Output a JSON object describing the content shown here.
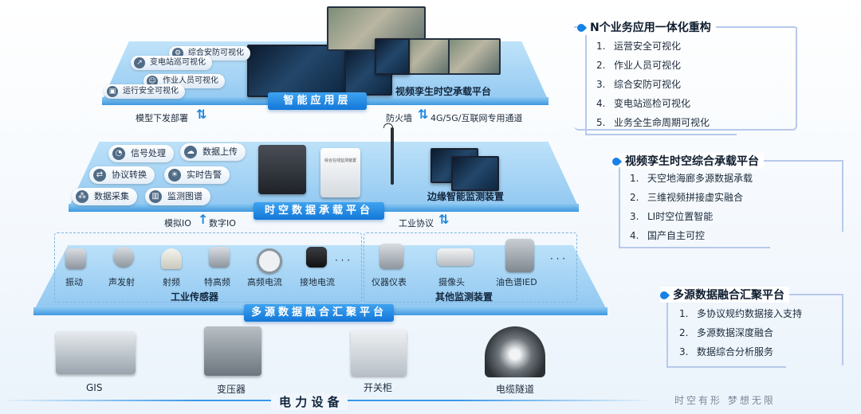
{
  "app": {
    "layer1": {
      "band": "智能应用层",
      "chips": [
        "综合安防可视化",
        "变电站巡可视化",
        "作业人员可视化",
        "运行安全可视化"
      ],
      "platform_label": "视频孪生时空承载平台"
    },
    "link1": {
      "left": "模型下发部署",
      "right_a": "防火墙",
      "right_b": "4G/5G/互联网专用通道"
    },
    "layer2": {
      "band": "时空数据承载平台",
      "chips": [
        "信号处理",
        "数据上传",
        "协议转换",
        "实时告警",
        "数据采集",
        "监测图谱"
      ],
      "device_label": "边缘智能监测装置",
      "box_text": "综合在线监测装置"
    },
    "link2": {
      "left_a": "模拟IO",
      "left_b": "数字IO",
      "right": "工业协议"
    },
    "layer3": {
      "band": "多源数据融合汇聚平台",
      "sensors": [
        "振动",
        "声发射",
        "射频",
        "特高频",
        "高频电流",
        "接地电流"
      ],
      "sensors_group": "工业传感器",
      "devices": [
        "仪器仪表",
        "摄像头",
        "油色谱IED"
      ],
      "devices_group": "其他监测装置",
      "ellipsis": "· · ·"
    },
    "equipment": {
      "items": [
        "GIS",
        "变压器",
        "开关柜",
        "电缆隧道"
      ],
      "title": "电 力 设 备"
    },
    "panels": [
      {
        "title": "N个业务应用一体化重构",
        "items": [
          {
            "n": "1.",
            "t": "运营安全可视化"
          },
          {
            "n": "2.",
            "t": "作业人员可视化"
          },
          {
            "n": "3.",
            "t": "综合安防可视化"
          },
          {
            "n": "4.",
            "t": "变电站巡检可视化"
          },
          {
            "n": "5.",
            "t": "业务全生命周期可视化"
          }
        ]
      },
      {
        "title": "视频孪生时空综合承载平台",
        "items": [
          {
            "n": "1.",
            "t": "天空地海廊多源数据承载"
          },
          {
            "n": "2.",
            "t": "三维视频拼接虚实融合"
          },
          {
            "n": "3.",
            "t": "LI时空位置智能"
          },
          {
            "n": "4.",
            "t": "国产自主可控"
          }
        ]
      },
      {
        "title": "多源数据融合汇聚平台",
        "items": [
          {
            "n": "1.",
            "t": "多协议规约数据接入支持"
          },
          {
            "n": "2.",
            "t": "多源数据深度融合"
          },
          {
            "n": "3.",
            "t": "数据综合分析服务"
          }
        ]
      }
    ],
    "slogan": "时空有形 梦想无限",
    "colors": {
      "accent": "#1782e6",
      "band": "#1277d8"
    }
  }
}
